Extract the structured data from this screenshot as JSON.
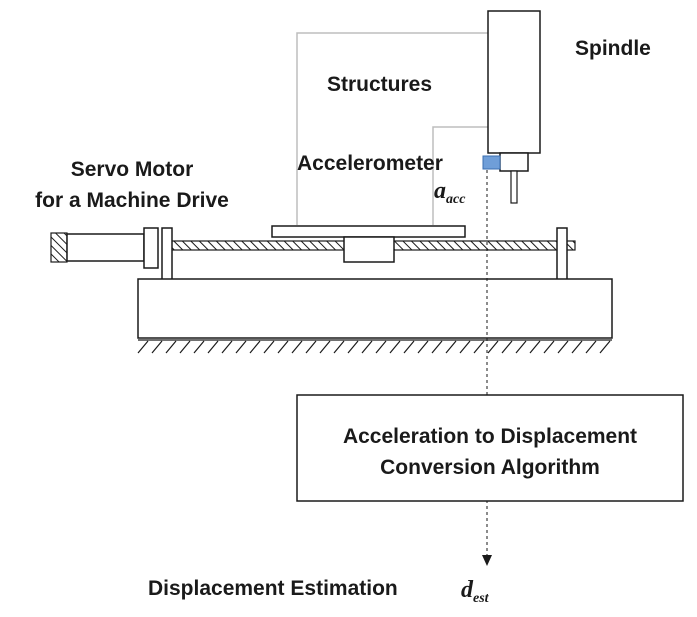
{
  "labels": {
    "spindle": "Spindle",
    "structures": "Structures",
    "accelerometer": "Accelerometer",
    "servo_line1": "Servo Motor",
    "servo_line2": "for a Machine Drive",
    "algorithm_line1": "Acceleration to Displacement",
    "algorithm_line2": "Conversion Algorithm",
    "estimation": "Displacement Estimation"
  },
  "symbols": {
    "acc_main": "a",
    "acc_sub": "acc",
    "est_main": "d",
    "est_sub": "est"
  },
  "colors": {
    "line": "#1a1a1a",
    "structure_line": "#bdbdbd",
    "sensor": "#6f9ed8",
    "text": "#1a1a1a"
  }
}
